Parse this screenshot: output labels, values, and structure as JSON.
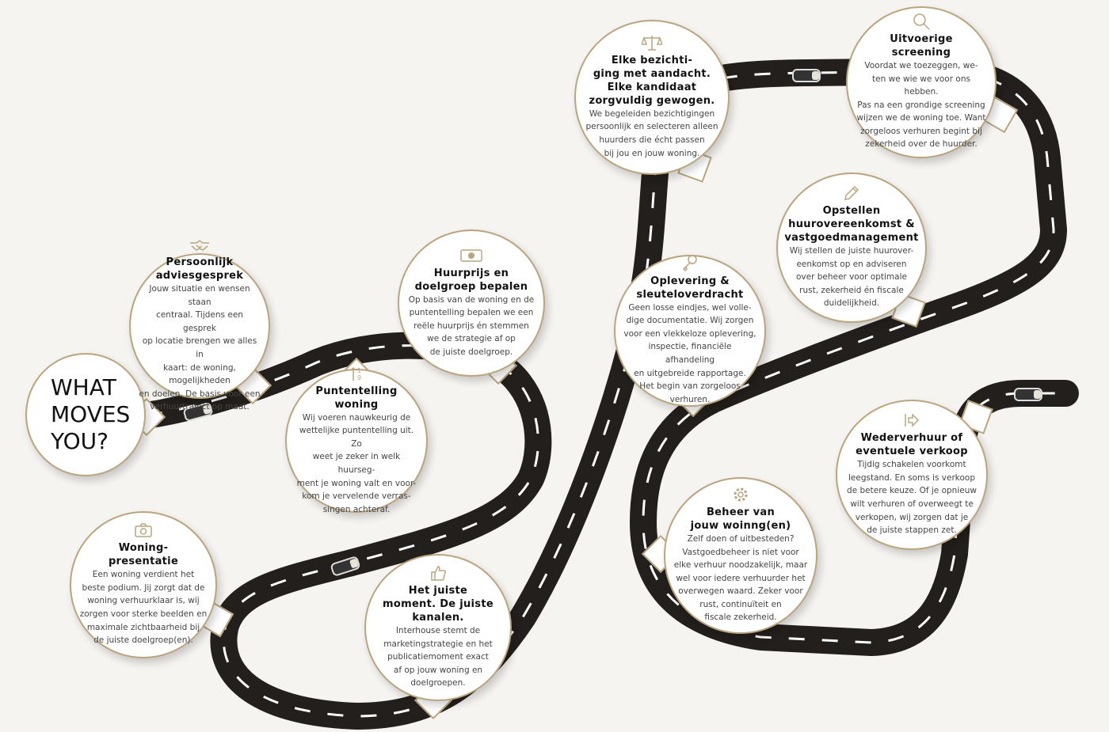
{
  "colors": {
    "background": "#f6f4f1",
    "road": "#231f1c",
    "accent": "#b9a57e",
    "lane": "#ffffff"
  },
  "hero": {
    "text": "WHAT\nMOVES\nYOU?"
  },
  "steps": [
    {
      "icon": "handshake-icon",
      "title": "Persoonlijk\nadviesgesprek",
      "body": "Jouw situatie en wensen staan\ncentraal. Tijdens een gesprek\nop locatie brengen we alles in\nkaart: de woning, mogelijkheden\nen doelen. De basis voor een\nverhuurtraject op maat."
    },
    {
      "icon": "points-icon",
      "title": "Puntentelling\nwoning",
      "body": "Wij voeren nauwkeurig de\nwettelijke puntentelling uit. Zo\nweet je zeker in welk huurseg-\nment je woning valt en voor-\nkom je vervelende verras-\nsingen achteraf."
    },
    {
      "icon": "money-icon",
      "title": "Huurprijs en\ndoelgroep bepalen",
      "body": "Op basis van de woning en de\npuntentelling bepalen we een\nreële huurprijs én stemmen\nwe de strategie af op\nde juiste doelgroep."
    },
    {
      "icon": "camera-icon",
      "title": "Woning-\npresentatie",
      "body": "Een woning verdient het\nbeste podium. Jij zorgt dat de\nwoning verhuurklaar is, wij\nzorgen voor sterke beelden en\nmaximale zichtbaarheid bij\nde juiste doelgroep(en)."
    },
    {
      "icon": "thumbs-up-icon",
      "title": "Het juiste\nmoment. De juiste\nkanalen.",
      "body": "Interhouse stemt de\nmarketingstrategie en het\npublicatiemoment exact\naf op jouw woning en\ndoelgroepen."
    },
    {
      "icon": "scales-icon",
      "title": "Elke bezichti-\nging met aandacht.\nElke kandidaat\nzorgvuldig gewogen.",
      "body": "We begeleiden bezichtigingen\npersoonlijk en selecteren alleen\nhuurders die écht passen\nbij jou en jouw woning."
    },
    {
      "icon": "search-icon",
      "title": "Uitvoerige\nscreening",
      "body": "Voordat we toezeggen, we-\nten we wie we voor ons hebben.\nPas na een grondige screening\nwijzen we de woning toe. Want\nzorgeloos verhuren begint bij\nzekerheid over de huurder."
    },
    {
      "icon": "pencil-icon",
      "title": "Opstellen\nhuurovereenkomst &\nvastgoedmanagement",
      "body": "Wij stellen de juiste huurover-\neenkomst op en adviseren\nover beheer voor optimale\nrust, zekerheid én fiscale\nduidelijkheid."
    },
    {
      "icon": "key-icon",
      "title": "Oplevering &\nsleuteloverdracht",
      "body": "Geen losse eindjes, wel volle-\ndige documentatie. Wij zorgen\nvoor een vlekkeloze oplevering,\ninspectie, financiële afhandeling\nen uitgebreide rapportage.\nHet begin van zorgeloos\nverhuren."
    },
    {
      "icon": "gear-icon",
      "title": "Beheer van\njouw woinng(en)",
      "body": "Zelf doen of uitbesteden?\nVastgoedbeheer is niet voor\nelke verhuur noodzakelijk, maar\nwel voor iedere verhuurder het\noverwegen waard. Zeker voor\nrust, continuïteit en\nfiscale zekerheid."
    },
    {
      "icon": "exit-arrow-icon",
      "title": "Wederverhuur of\neventuele verkoop",
      "body": "Tijdig schakelen voorkomt\nleegstand. En soms is verkoop\nde betere keuze. Of je opnieuw\nwilt verhuren of overweegt te\nverkopen, wij zorgen dat je\nde juiste stappen zet."
    }
  ]
}
